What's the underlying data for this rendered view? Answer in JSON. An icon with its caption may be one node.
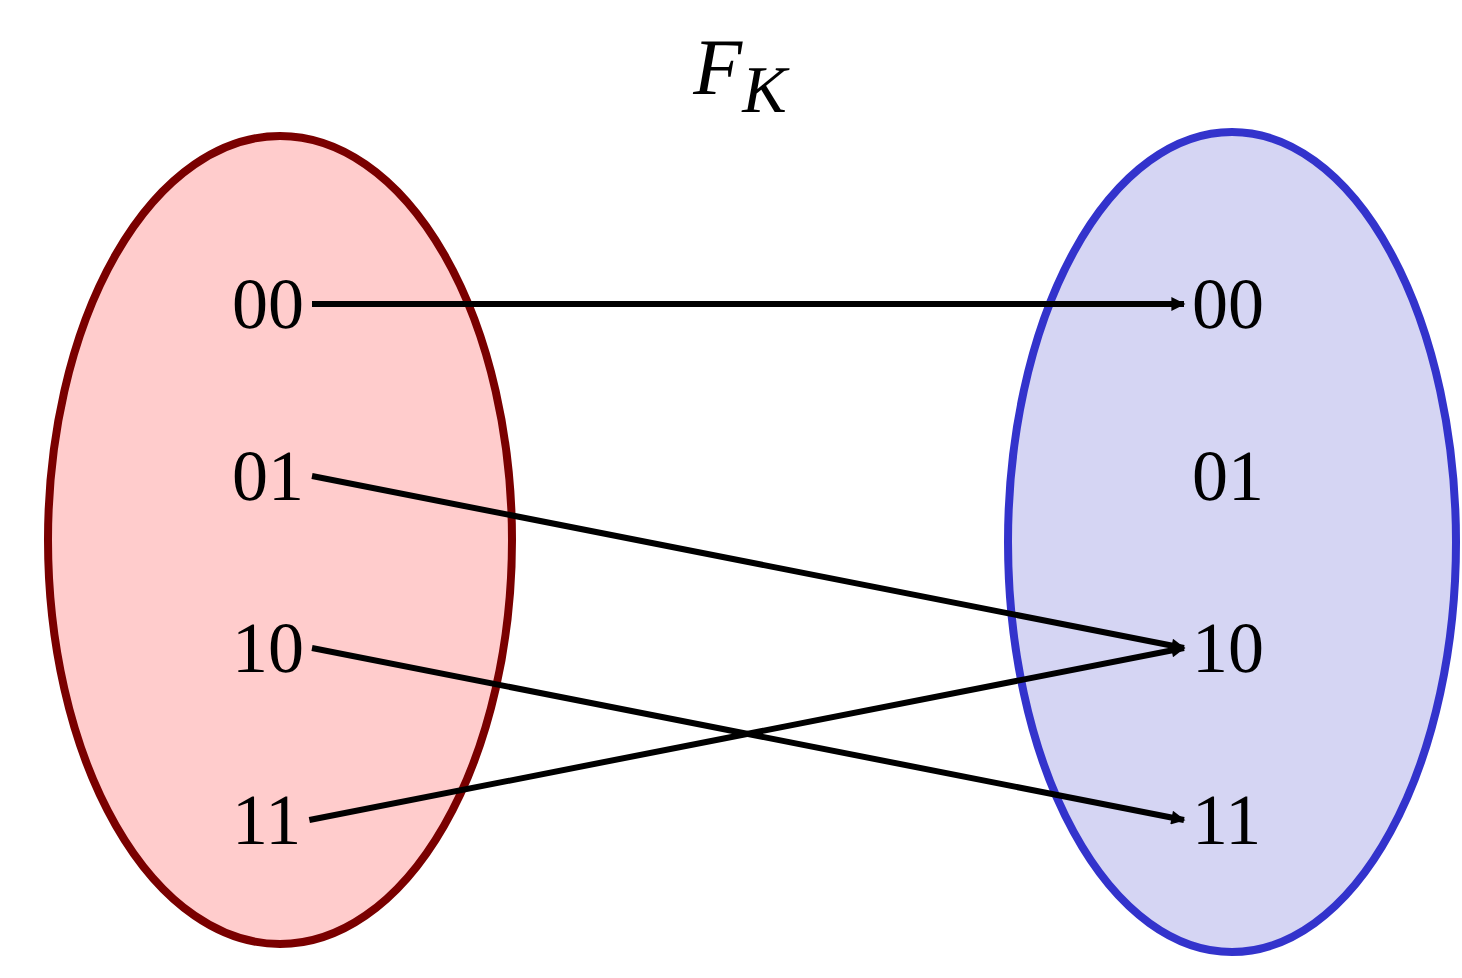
{
  "diagram": {
    "title": "F$_{K}$",
    "nodes": [
      {
        "text": [],
        "shape": "ellipse"
      },
      {
        "text": [
          "00"
        ],
        "in": 0
      },
      {
        "text": [
          "01"
        ],
        "in": 0
      },
      {
        "text": [
          "10"
        ],
        "in": 0
      },
      {
        "text": [
          "11"
        ],
        "in": 0
      },
      {
        "text": [],
        "shape": "ellipse"
      },
      {
        "text": [
          "00"
        ],
        "in": 5
      },
      {
        "text": [
          "01"
        ],
        "in": 5
      },
      {
        "text": [
          "10"
        ],
        "in": 5
      },
      {
        "text": [
          "11"
        ],
        "in": 5
      }
    ],
    "edges": [
      {
        "from": 1,
        "to": 6,
        "arrow": "to"
      },
      {
        "from": 2,
        "to": 8,
        "arrow": "to"
      },
      {
        "from": 3,
        "to": 9,
        "arrow": "to"
      },
      {
        "from": 4,
        "to": 8,
        "arrow": "to"
      }
    ]
  }
}
